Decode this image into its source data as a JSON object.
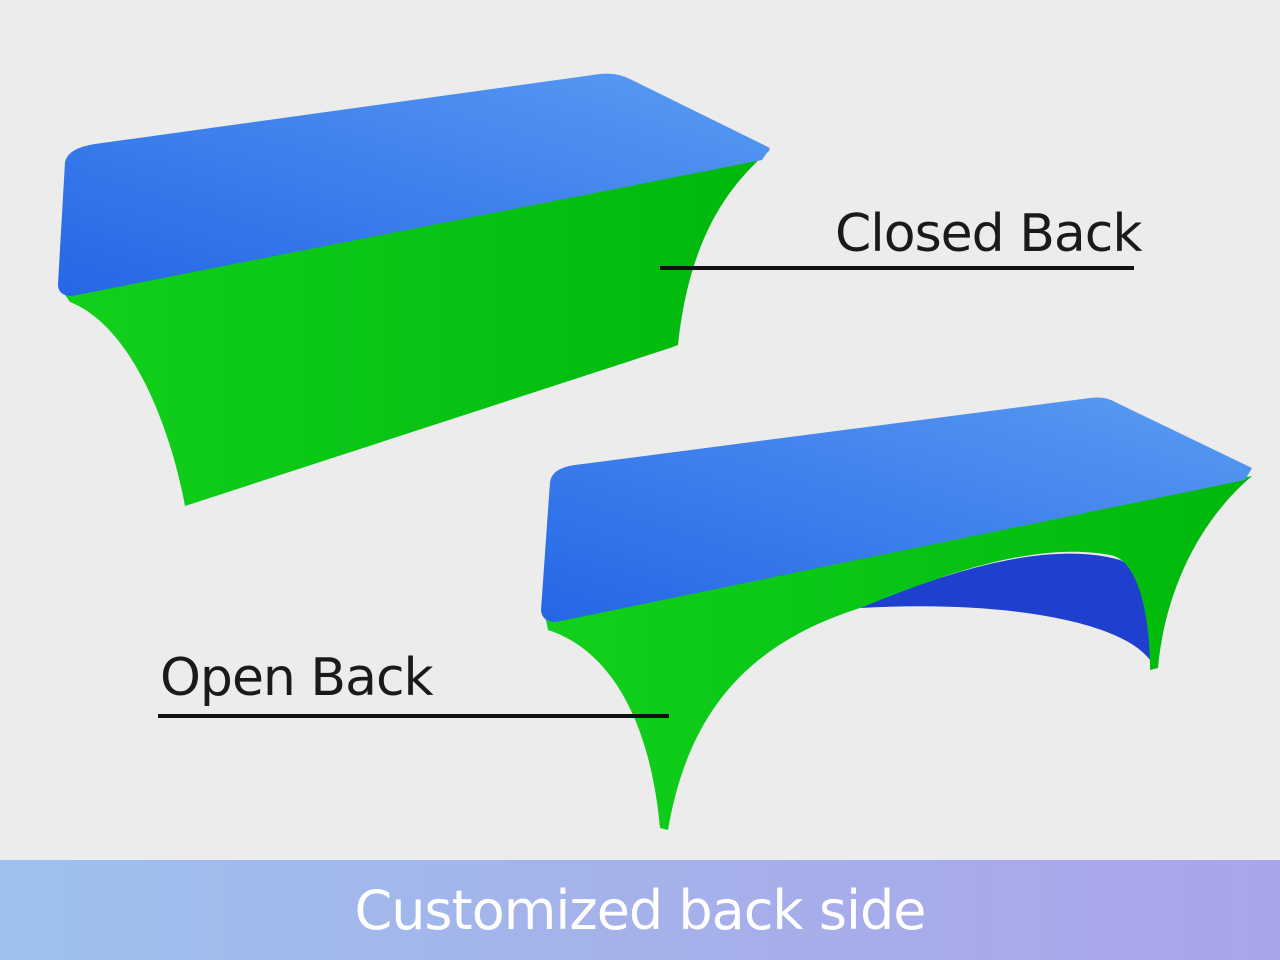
{
  "labels": {
    "closed_back": "Closed Back",
    "open_back": "Open Back"
  },
  "banner": {
    "text": "Customized back side"
  },
  "colors": {
    "top": "#3d7ff0",
    "skirt": "#00c010",
    "background": "#ececec"
  }
}
